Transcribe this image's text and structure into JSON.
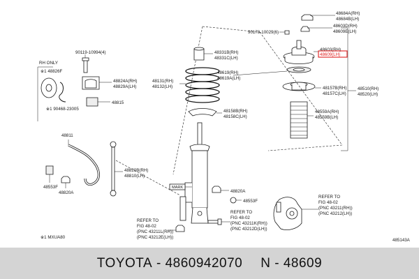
{
  "diagram": {
    "corner_code": "485143A",
    "footnote": "※1 MXUA80",
    "rh_only": "RH ONLY",
    "part_48826F": "※1 48826F",
    "labels": {
      "p48684A": "48684A(RH)",
      "p48684B": "48684B(LH)",
      "p48603D": "48603D(RH)",
      "p48609E": "48609E(LH)",
      "p90178": "90178-10029(6)",
      "p48603": "48603(RH)",
      "p48609": "48609(LH)",
      "p90119": "90119-10994(4)",
      "p48331B": "48331B(RH)",
      "p48331C": "48331C(LH)",
      "p48824A": "48824A(RH)",
      "p48829A": "48829A(LH)",
      "p48619RH": "48619(RH)",
      "p48619LH": "48619A(LH)",
      "p48131": "48131(RH)",
      "p48132": "48132(LH)",
      "p48157B": "48157B(RH)",
      "p48157C": "48157C(LH)",
      "p48510": "48510(RH)",
      "p48520": "48520(LH)",
      "p90468": "※1 90468-23005",
      "p48815": "48815",
      "p48158B": "48158B(RH)",
      "p48158C": "48158C(LH)",
      "p48559A": "48559A(RH)",
      "p48559B": "48559B(LH)",
      "p48811": "48811",
      "p48820B": "48820B(RH)",
      "p48810": "48810(LH)",
      "p48553F_left": "48553F",
      "p48820A_left": "48820A",
      "p48820A_mid": "48820A",
      "p48553F_mid": "48553F",
      "mark": "MARK"
    },
    "refs": {
      "center": {
        "l1": "REFER TO",
        "l2": "FIG 48-02",
        "l3": "(PNC 43211K(RH))",
        "l4": "(PNC 43212D(LH))"
      },
      "left": {
        "l1": "REFER TO",
        "l2": "FIG 48-02",
        "l3": "(PNC 43211L(RH))",
        "l4": "(PNC 43212E(LH))"
      },
      "right": {
        "l1": "REFER TO",
        "l2": "FIG 48-02",
        "l3": "(PNC 43211(RH))",
        "l4": "(PNC 43212(LH))"
      }
    }
  },
  "footer": {
    "brand": "TOYOTA",
    "separator": "-",
    "oem_number": "4860942070",
    "n_label": "N",
    "part_code": "48609"
  },
  "colors": {
    "highlight": "#e02020",
    "footer_bg": "#d4d4d4"
  }
}
